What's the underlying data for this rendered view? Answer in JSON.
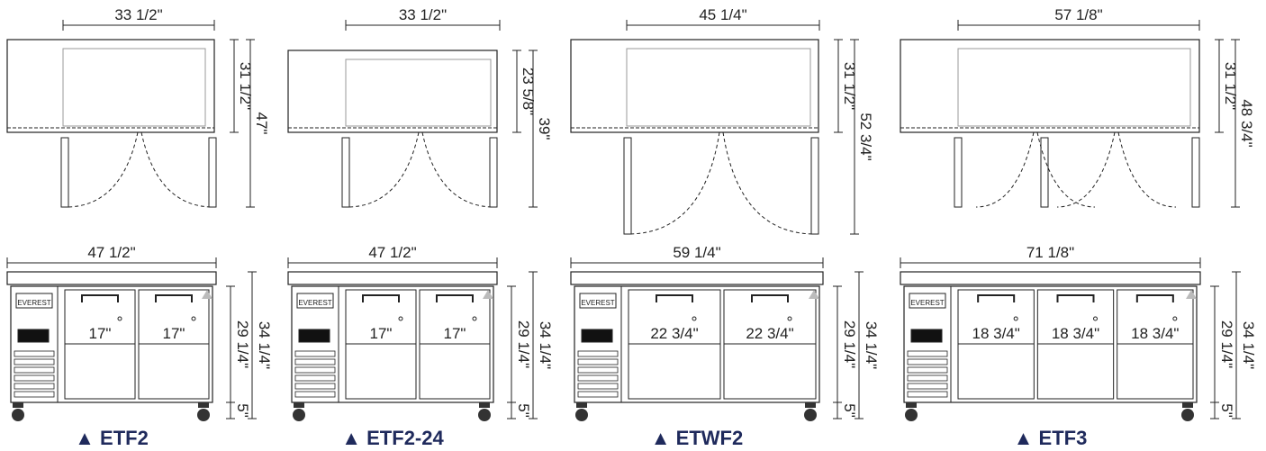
{
  "colors": {
    "line": "#222222",
    "title": "#1f2a5c",
    "glass": "#9a9a9a"
  },
  "brand_plate": "EVEREST",
  "models": [
    {
      "id": "etf2",
      "title": "▲ ETF2",
      "top": {
        "width": "33 1/2\"",
        "depth": "31 1/2\"",
        "total": "47\""
      },
      "front": {
        "width": "47 1/2\"",
        "height": "34 1/4\"",
        "cabinet": "29 1/4\"",
        "caster": "5\"",
        "doors": [
          "17\"",
          "17\""
        ]
      }
    },
    {
      "id": "etf2-24",
      "title": "▲ ETF2-24",
      "top": {
        "width": "33 1/2\"",
        "depth": "23 5/8\"",
        "total": "39\""
      },
      "front": {
        "width": "47 1/2\"",
        "height": "34 1/4\"",
        "cabinet": "29 1/4\"",
        "caster": "5\"",
        "doors": [
          "17\"",
          "17\""
        ]
      }
    },
    {
      "id": "etwf2",
      "title": "▲ ETWF2",
      "top": {
        "width": "45 1/4\"",
        "depth": "31 1/2\"",
        "total": "52 3/4\""
      },
      "front": {
        "width": "59 1/4\"",
        "height": "34 1/4\"",
        "cabinet": "29 1/4\"",
        "caster": "5\"",
        "doors": [
          "22 3/4\"",
          "22 3/4\""
        ]
      }
    },
    {
      "id": "etf3",
      "title": "▲ ETF3",
      "top": {
        "width": "57 1/8\"",
        "depth": "31 1/2\"",
        "total": "48 3/4\""
      },
      "front": {
        "width": "71 1/8\"",
        "height": "34 1/4\"",
        "cabinet": "29 1/4\"",
        "caster": "5\"",
        "doors": [
          "18 3/4\"",
          "18 3/4\"",
          "18 3/4\""
        ]
      }
    }
  ]
}
